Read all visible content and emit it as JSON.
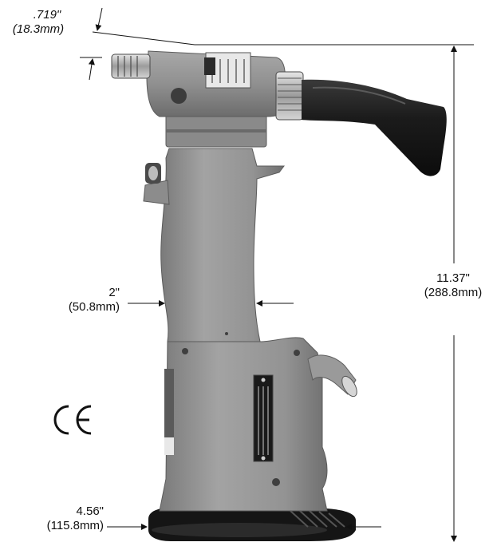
{
  "dimensions": {
    "nozzle": {
      "inch": ".719\"",
      "metric": "(18.3mm)"
    },
    "height": {
      "inch": "11.37\"",
      "metric": "(288.8mm)"
    },
    "handle": {
      "inch": "2\"",
      "metric": "(50.8mm)"
    },
    "base": {
      "inch": "4.56\"",
      "metric": "(115.8mm)"
    }
  },
  "mark": {
    "icon": "ce-mark-icon"
  },
  "colors": {
    "body": "#8f8f8f",
    "body_light": "#a5a5a5",
    "body_dark": "#6e6e6e",
    "grip": "#1e1e1e",
    "base": "#141414",
    "metal": "#c8c8c8",
    "line": "#111111"
  }
}
